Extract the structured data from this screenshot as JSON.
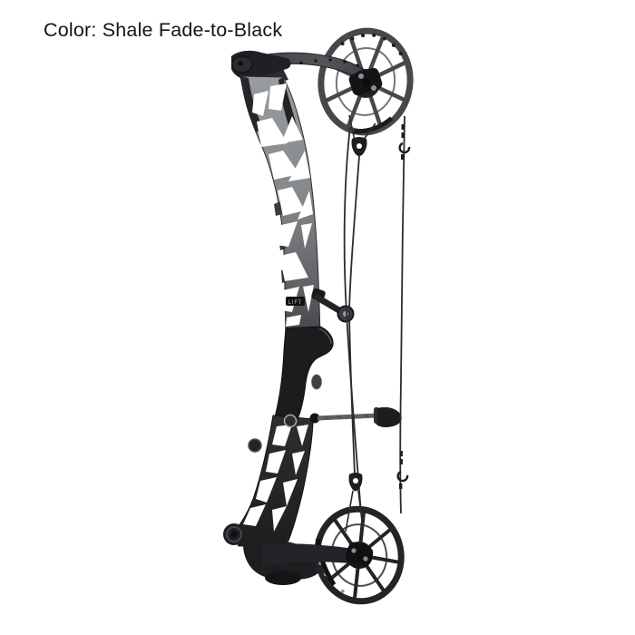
{
  "label": {
    "color_label": "Color: Shale Fade-to-Black"
  },
  "bow": {
    "riser_badge": "LIFT",
    "finish": {
      "name": "Shale Fade-to-Black",
      "shale": "#95989b",
      "fade_mid": "#5f6164",
      "black": "#1b1c1e"
    },
    "string_color": "#2b2c2e",
    "background": "#ffffff"
  }
}
